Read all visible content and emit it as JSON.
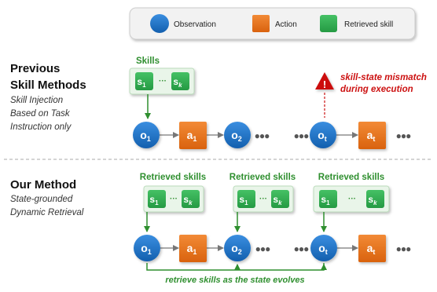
{
  "legend": {
    "observation": "Observation",
    "action": "Action",
    "retrieved_skill": "Retrieved skill",
    "colors": {
      "observation": "#1a6fc4",
      "action": "#e8731a",
      "skill": "#2fb050"
    }
  },
  "previous": {
    "title_line1": "Previous",
    "title_line2": "Skill Methods",
    "sub_line1": "Skill Injection",
    "sub_line2": "Based on Task",
    "sub_line3": "Instruction only",
    "skills_label": "Skills",
    "warning_line1": "skill-state mismatch",
    "warning_line2": "during execution",
    "warning_icon": "warning-triangle-icon"
  },
  "ours": {
    "title": "Our Method",
    "sub_line1": "State-grounded",
    "sub_line2": "Dynamic Retrieval",
    "retrieved_label": "Retrieved skills",
    "bottom_caption": "retrieve skills as the state evolves"
  },
  "symbols": {
    "obs": "o",
    "act": "a",
    "skill": "s",
    "sub1": "1",
    "sub2": "2",
    "subt": "t",
    "subk": "k",
    "ellipsis_small": "···",
    "ellipsis_dots": "●●●"
  }
}
